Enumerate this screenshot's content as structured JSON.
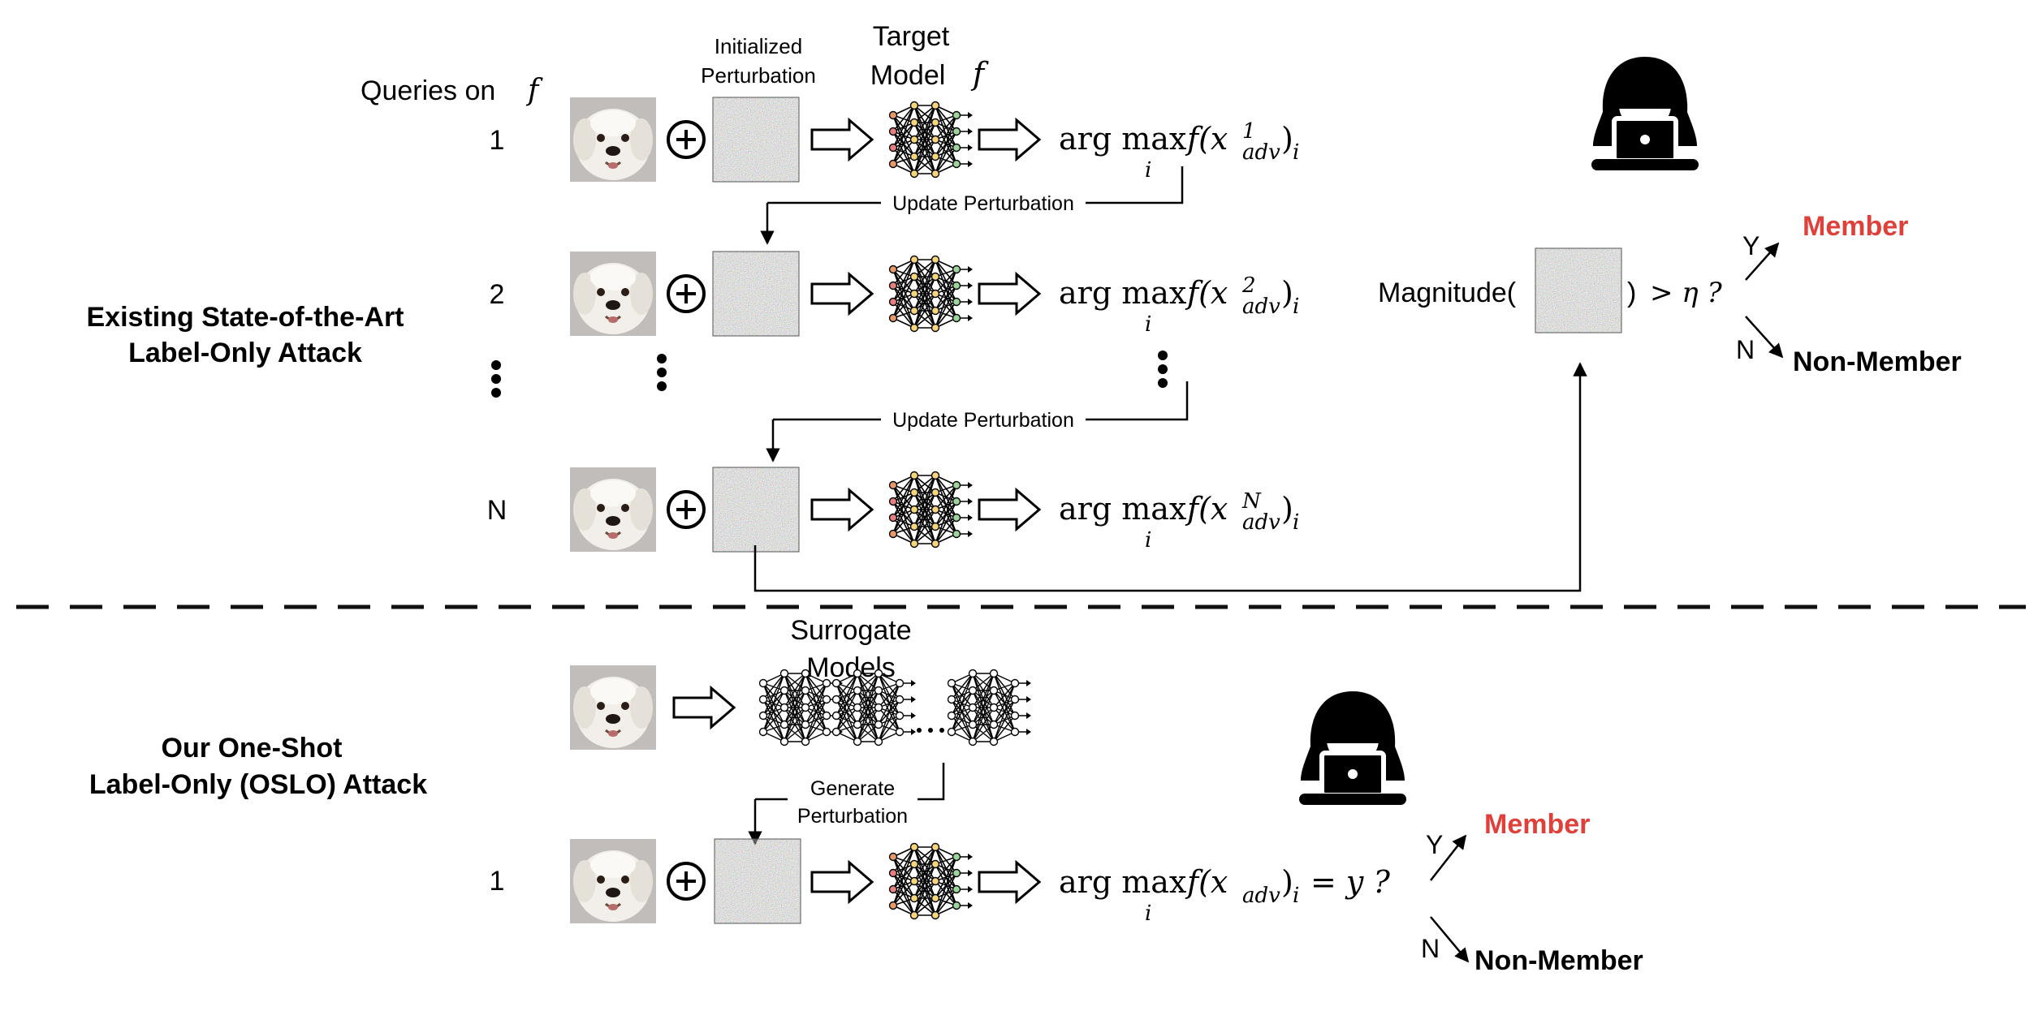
{
  "top_section": {
    "title_line1": "Existing State-of-the-Art",
    "title_line2": "Label-Only Attack",
    "queries_label": "Queries on",
    "queries_symbol": "f",
    "init_perturbation_line1": "Initialized",
    "init_perturbation_line2": "Perturbation",
    "target_model_line1": "Target",
    "target_model_line2": "Model",
    "target_model_symbol": "f",
    "rows": [
      {
        "index": "1",
        "superscript": "1"
      },
      {
        "index": "2",
        "superscript": "2"
      },
      {
        "index": "N",
        "superscript": "N"
      }
    ],
    "update_label": "Update Perturbation",
    "magnitude_label": "Magnitude(",
    "magnitude_close": ")",
    "threshold_expr": "> η ?",
    "yes_label": "Y",
    "no_label": "N",
    "member_label": "Member",
    "non_member_label": "Non-Member"
  },
  "bottom_section": {
    "title_line1": "Our One-Shot",
    "title_line2": "Label-Only (OSLO) Attack",
    "surrogate_line1": "Surrogate",
    "surrogate_line2": "Models",
    "generate_line1": "Generate",
    "generate_line2": "Perturbation",
    "row_index": "1",
    "condition_tail": "= y ?",
    "yes_label": "Y",
    "no_label": "N",
    "member_label": "Member",
    "non_member_label": "Non-Member"
  },
  "formula": {
    "argmax": "arg max",
    "sub_i": "i",
    "f_open": "f(x",
    "adv": "adv",
    "close_i": ")",
    "tail_i": "i"
  },
  "colors": {
    "member": "#e0403a",
    "ink": "#000000",
    "dash": "#111111"
  },
  "icons": [
    "dog-photo-icon",
    "plus-circle-icon",
    "noise-perturbation-icon",
    "hollow-arrow-icon",
    "neural-network-icon",
    "hacker-laptop-icon"
  ]
}
